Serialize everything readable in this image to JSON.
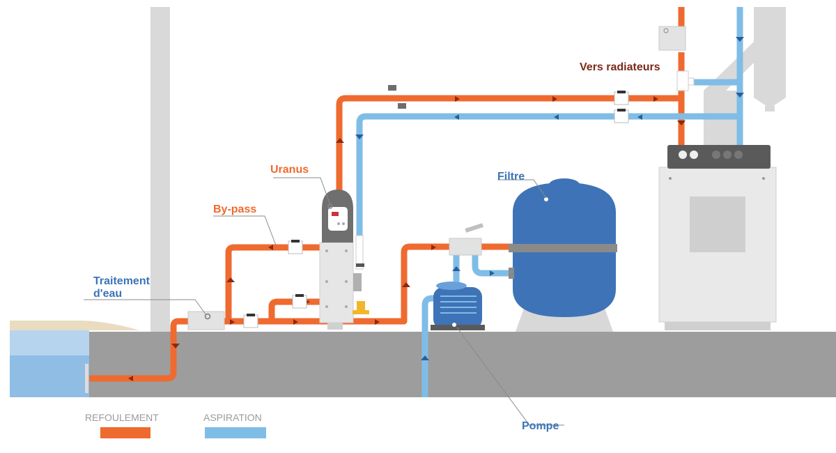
{
  "labels": {
    "traitement_line1": "Traitement",
    "traitement_line2": "d'eau",
    "bypass": "By-pass",
    "uranus": "Uranus",
    "filtre": "Filtre",
    "pompe": "Pompe",
    "radiateurs": "Vers radiateurs"
  },
  "legend": {
    "refoulement": "REFOULEMENT",
    "aspiration": "ASPIRATION"
  },
  "colors": {
    "refoulement": "#ef6a2f",
    "aspiration": "#7fbde6",
    "label_orange": "#ef6a2f",
    "label_blue": "#3b74b8",
    "label_darkred": "#7a2a1a",
    "ground": "#9d9d9d",
    "filter_body": "#3f73b7"
  }
}
